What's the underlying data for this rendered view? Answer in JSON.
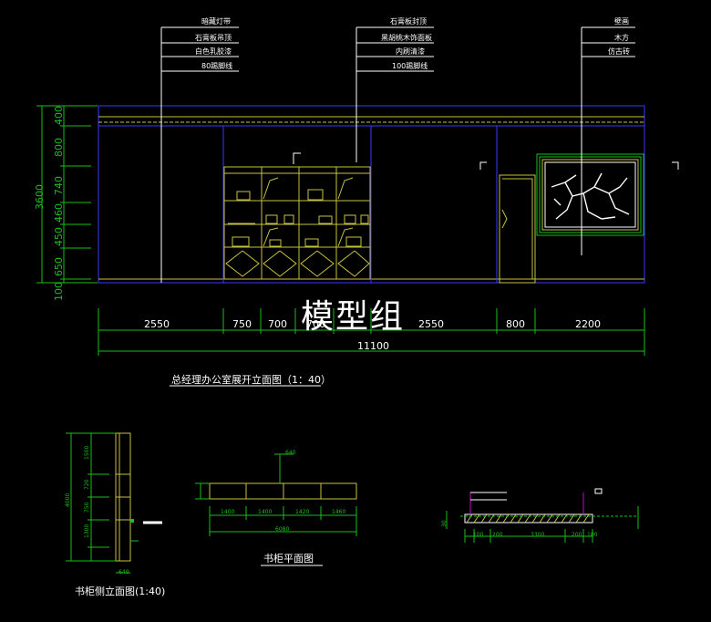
{
  "callouts": {
    "left": [
      "暗藏灯带",
      "石膏板吊顶",
      "白色乳胶漆",
      "80踢脚线"
    ],
    "middle": [
      "石膏板封顶",
      "黑胡桃木饰面板",
      "内刷清漆",
      "100踢脚线"
    ],
    "right": [
      "壁画",
      "木方",
      "仿古砖"
    ]
  },
  "elevation": {
    "title": "总经理办公室展开立面图（1：40）",
    "vertical_dims": [
      "100",
      "650",
      "450",
      "460",
      "740",
      "800",
      "400"
    ],
    "total_height": "3600",
    "horizontal_dims": [
      "2550",
      "750",
      "700",
      "700",
      "2550",
      "800",
      "2200"
    ],
    "total_width": "11100"
  },
  "watermark": "模型组",
  "side_view": {
    "title": "书柜侧立面图(1:40)",
    "dims": [
      "1500",
      "720",
      "750",
      "1300"
    ],
    "total": "4000",
    "bottom": "640"
  },
  "plan_view": {
    "title": "书柜平面图",
    "top_dim": "640",
    "dims": [
      "1400",
      "1400",
      "1420",
      "1460"
    ],
    "total": "6080"
  },
  "section_view": {
    "dims": [
      "100",
      "200",
      "3300",
      "200",
      "100"
    ],
    "side": "30"
  }
}
